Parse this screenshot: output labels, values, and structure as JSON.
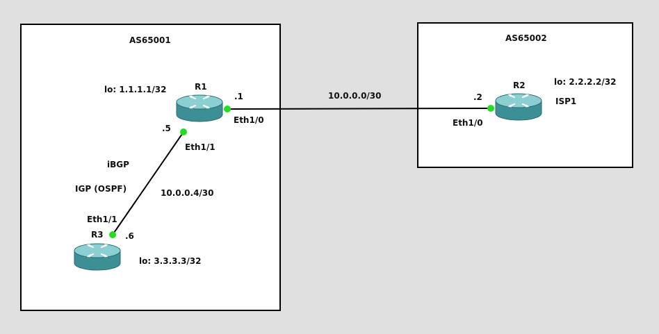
{
  "areas": [
    {
      "id": "as65001",
      "label": "AS65001"
    },
    {
      "id": "as65002",
      "label": "AS65002"
    }
  ],
  "routers": [
    {
      "id": "r1",
      "name": "R1",
      "loopback": "lo: 1.1.1.1/32"
    },
    {
      "id": "r2",
      "name": "R2",
      "loopback": "lo: 2.2.2.2/32",
      "role": "ISP1"
    },
    {
      "id": "r3",
      "name": "R3",
      "loopback": "lo: 3.3.3.3/32"
    }
  ],
  "links": [
    {
      "id": "r1-r2",
      "subnet": "10.0.0.0/30",
      "a": {
        "router": "r1",
        "interface": "Eth1/0",
        "host": ".1"
      },
      "b": {
        "router": "r2",
        "interface": "Eth1/0",
        "host": ".2"
      }
    },
    {
      "id": "r1-r3",
      "subnet": "10.0.0.4/30",
      "a": {
        "router": "r1",
        "interface": "Eth1/1",
        "host": ".5"
      },
      "b": {
        "router": "r3",
        "interface": "Eth1/1",
        "host": ".6"
      }
    }
  ],
  "protocols": {
    "ibgp": "iBGP",
    "igp": "IGP (OSPF)"
  },
  "colors": {
    "background": "#e0e0e0",
    "area_fill": "#ffffff",
    "link": "#000000",
    "port_up": "#22dd22",
    "router_body": "#3d8f96",
    "router_top": "#8ccfd3"
  }
}
